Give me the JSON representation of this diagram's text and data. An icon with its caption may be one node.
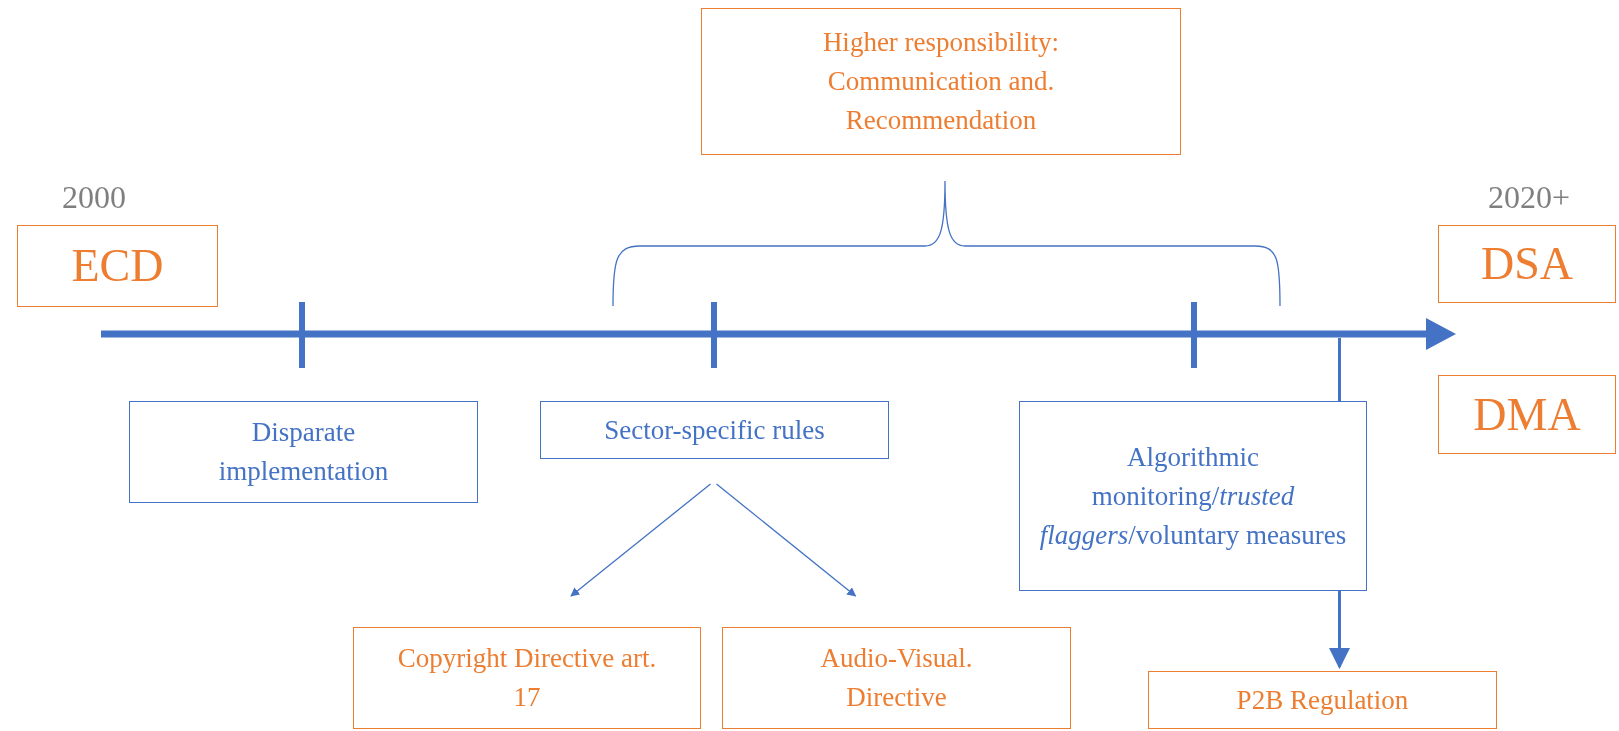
{
  "diagram": {
    "nodes": [
      {
        "text": [
          "Higher responsibility: Communication and. Recommendation"
        ]
      },
      {
        "text": [
          "ECD"
        ],
        "beside": [
          "2000"
        ]
      },
      {
        "text": [
          "DSA"
        ],
        "beside": [
          "2020+"
        ]
      },
      {
        "text": [
          "DMA"
        ]
      },
      {
        "text": [
          "Disparate implementation"
        ]
      },
      {
        "text": [
          "Sector-specific rules"
        ]
      },
      {
        "text": [
          "Algorithmic monitoring/*trusted flaggers*/voluntary measures"
        ]
      },
      {
        "text": [
          "Copyright Directive art. 17"
        ]
      },
      {
        "text": [
          "Audio-Visual. Directive"
        ]
      },
      {
        "text": [
          "P2B Regulation"
        ]
      }
    ],
    "edges": [
      {
        "from": 5,
        "to": 7,
        "arrow": "to"
      },
      {
        "from": 5,
        "to": 8,
        "arrow": "to"
      },
      {
        "from": null,
        "to": 9,
        "arrow": "to"
      }
    ]
  }
}
